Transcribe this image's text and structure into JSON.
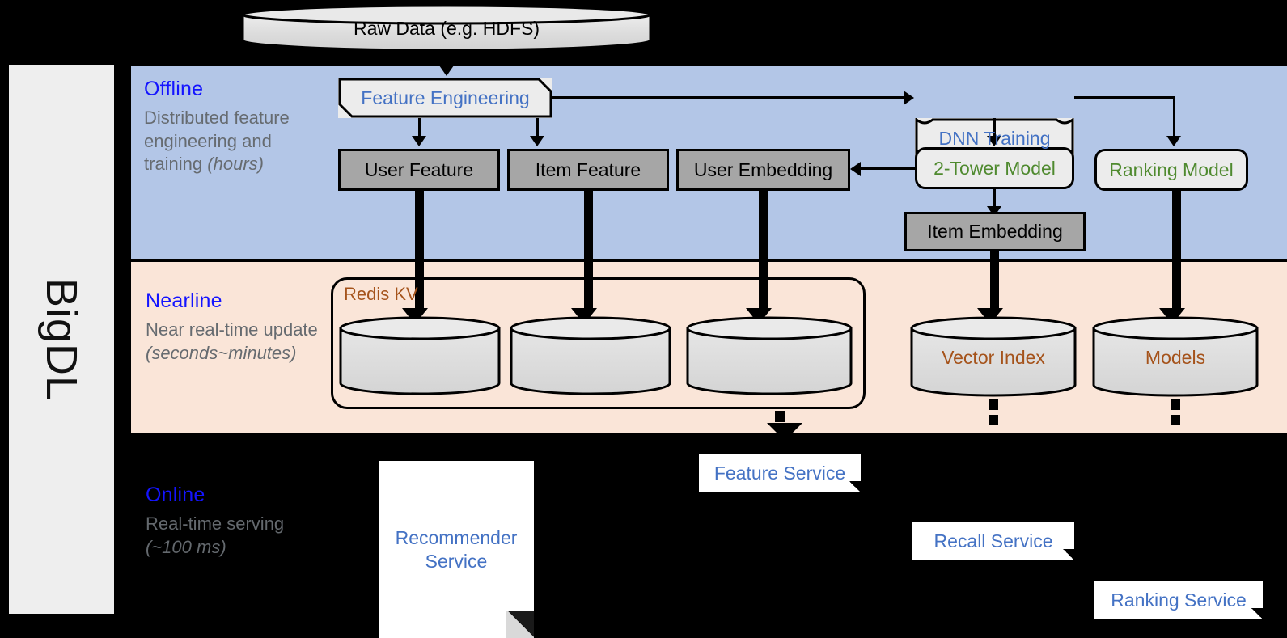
{
  "platform": {
    "name": "BigDL"
  },
  "bands": [
    {
      "id": "offline",
      "title": "Offline",
      "subtitle_line1": "Distributed feature engineering and training ",
      "subtitle_emphasis": "(hours)"
    },
    {
      "id": "nearline",
      "title": "Nearline",
      "subtitle_line1": "Near real-time update ",
      "subtitle_emphasis": "(seconds~minutes)"
    },
    {
      "id": "online",
      "title": "Online",
      "subtitle_line1": "Real-time serving ",
      "subtitle_emphasis": "(~100 ms)"
    }
  ],
  "source": {
    "label": "Raw Data (e.g. HDFS)"
  },
  "offline": {
    "feature_engineering": "Feature Engineering",
    "dnn_training": "DNN Training",
    "user_feature": "User Feature",
    "item_feature": "Item Feature",
    "user_embedding": "User Embedding",
    "two_tower_model": "2-Tower Model",
    "ranking_model": "Ranking Model",
    "item_embedding": "Item Embedding"
  },
  "nearline": {
    "redis_group": "Redis KV",
    "store_user_feature": "",
    "store_item_feature": "",
    "store_user_embedding": "",
    "vector_index": "Vector Index",
    "models": "Models"
  },
  "online": {
    "recommender_service": "Recommender Service",
    "feature_service": "Feature Service",
    "recall_service": "Recall Service",
    "ranking_service": "Ranking Service"
  },
  "colors": {
    "offline_band": "#b3c6e7",
    "nearline_band": "#fae5d8",
    "online_band": "#000000",
    "band_title": "#1414ff",
    "blue_node_text": "#4472c4",
    "green_node_text": "#4f8a2f",
    "brown_node_text": "#a5531b",
    "gray_node_fill": "#a6a6a6",
    "light_node_fill": "#ececec",
    "sidebar_fill": "#eeeeee"
  }
}
